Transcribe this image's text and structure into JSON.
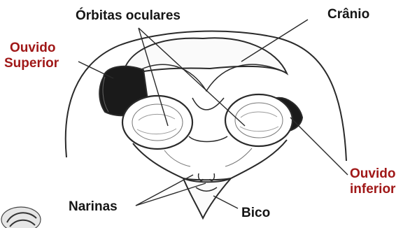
{
  "labels": {
    "orbitas": "Órbitas oculares",
    "cranio": "Crânio",
    "ouvido_superior": [
      "Ouvido",
      "Superior"
    ],
    "ouvido_inferior": [
      "Ouvido",
      "inferior"
    ],
    "narinas": "Narinas",
    "bico": "Bico"
  },
  "colors": {
    "black_label": "#151515",
    "red_label": "#a01818",
    "line": "#2a2a2a"
  }
}
